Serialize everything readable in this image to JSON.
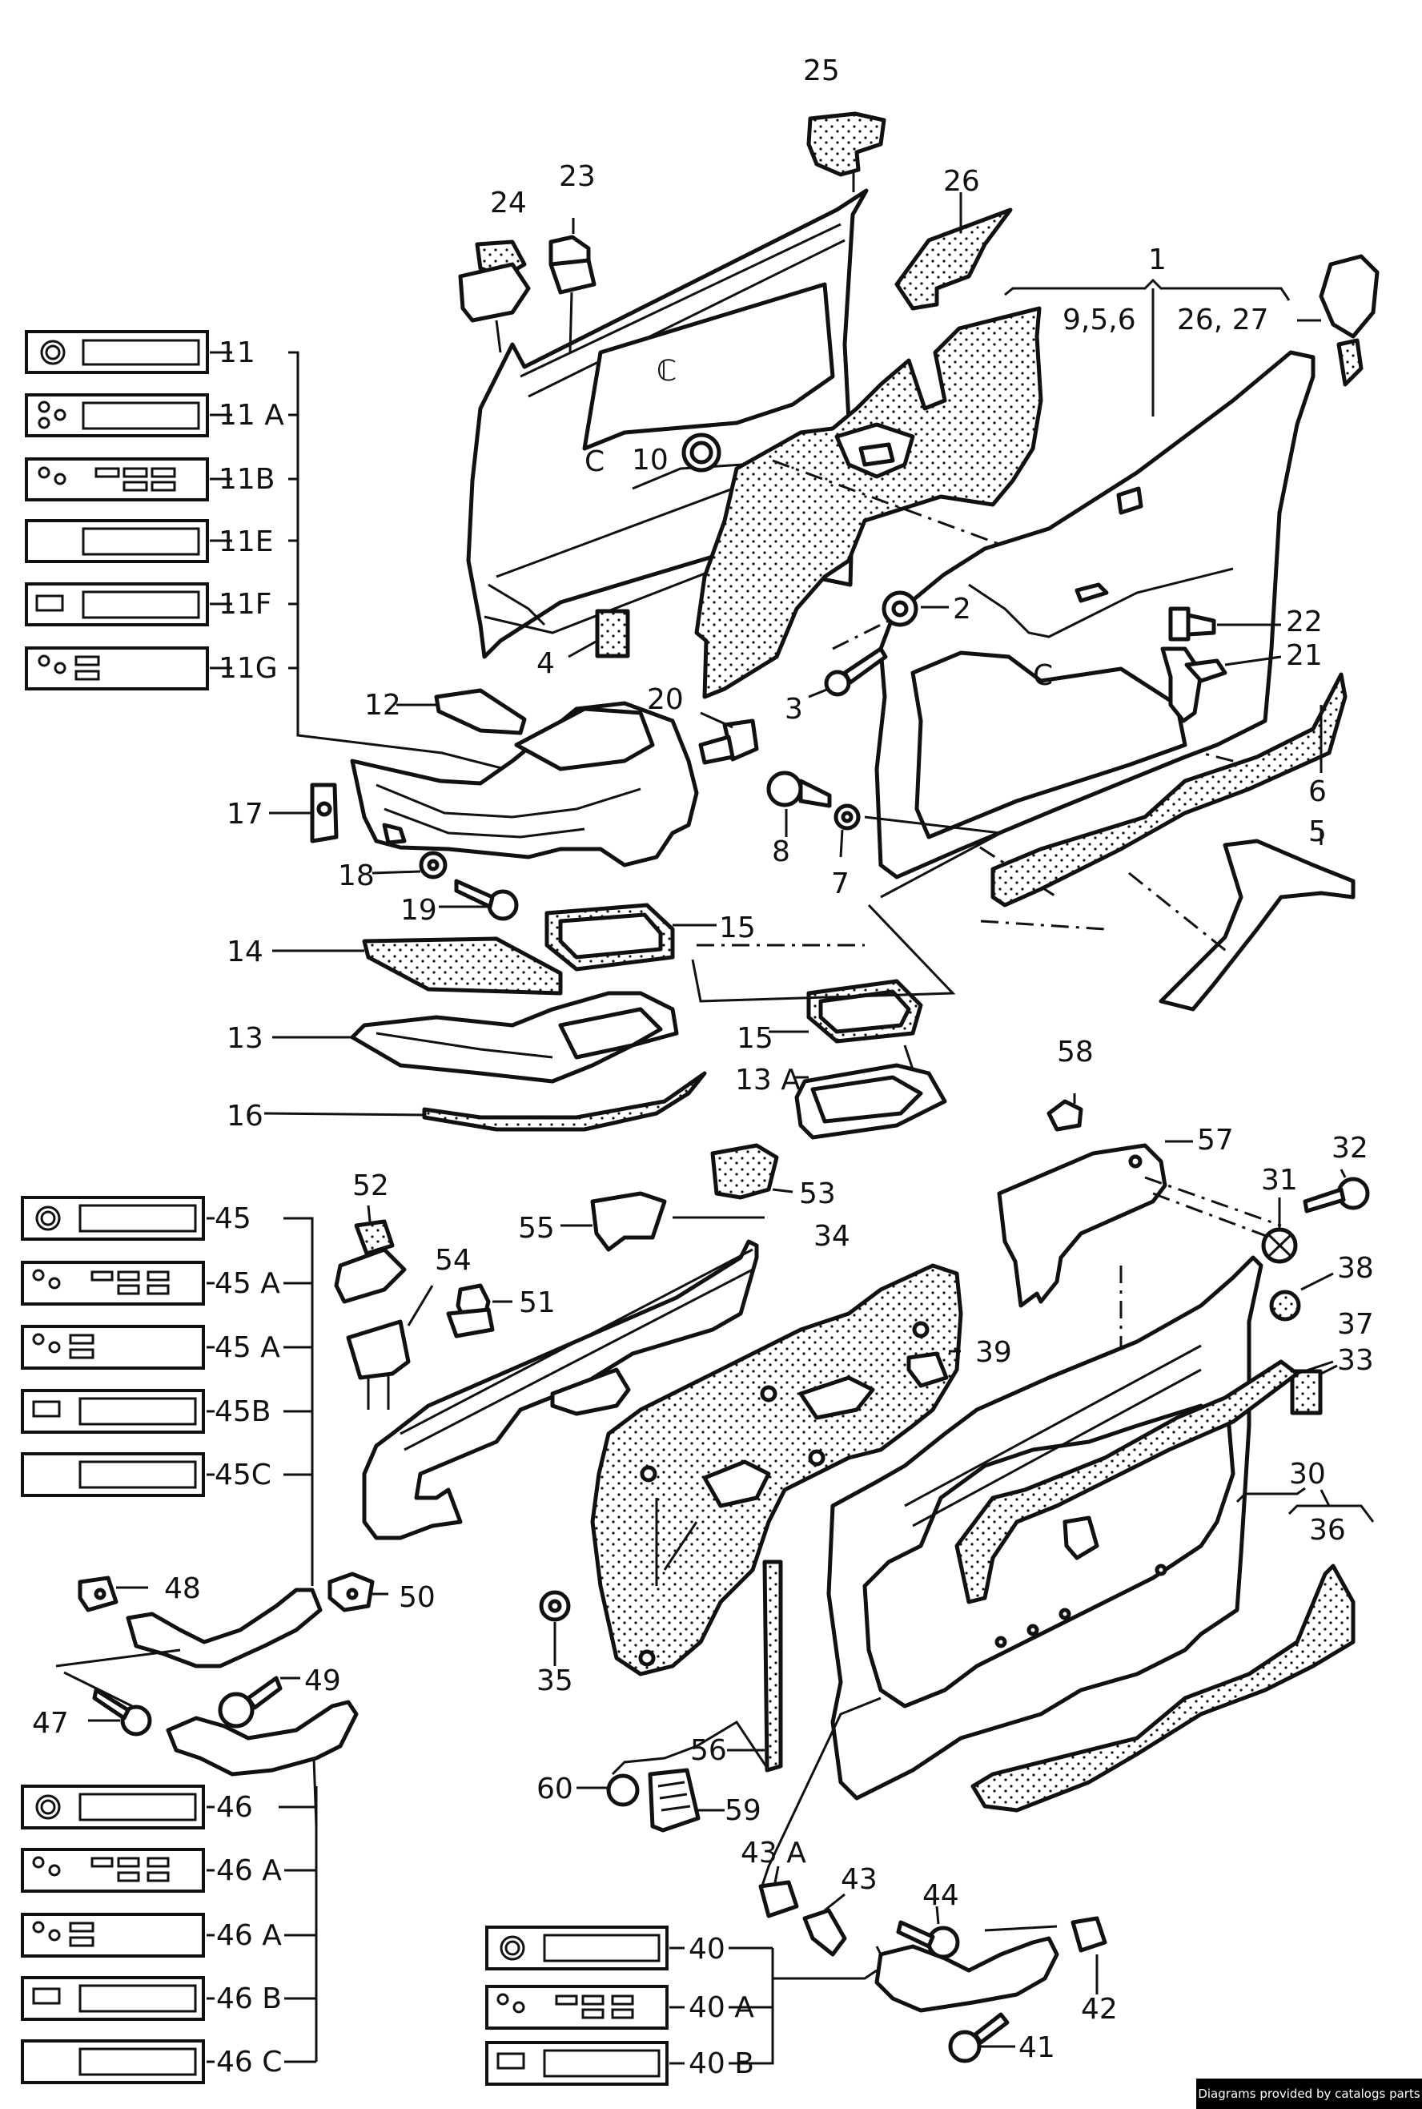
{
  "footer": {
    "credit": "Diagrams provided by catalogs parts"
  },
  "labels": {
    "l1": "1",
    "l2": "2",
    "l3": "3",
    "l4": "4",
    "l5": "5",
    "l6": "6",
    "l7": "7",
    "l8": "8",
    "l9_5_6": "9,5,6",
    "l10": "10",
    "l11": "11",
    "l11A": "11 A",
    "l11B": "11B",
    "l11E": "11E",
    "l11F": "11F",
    "l11G": "11G",
    "l12": "12",
    "l13": "13",
    "l13A": "13 A",
    "l14": "14",
    "l15a": "15",
    "l15b": "15",
    "l16": "16",
    "l17": "17",
    "l18": "18",
    "l19": "19",
    "l20": "20",
    "l21": "21",
    "l22": "22",
    "l23": "23",
    "l24": "24",
    "l25": "25",
    "l26": "26",
    "l26_27": "26, 27",
    "l30": "30",
    "l31": "31",
    "l32": "32",
    "l33": "33",
    "l34": "34",
    "l35": "35",
    "l36": "36",
    "l37": "37",
    "l38": "38",
    "l39": "39",
    "l40": "40",
    "l40A": "40 A",
    "l40B": "40 B",
    "l41": "41",
    "l42": "42",
    "l43": "43",
    "l43A": "43 A",
    "l44": "44",
    "l45": "45",
    "l45Aa": "45 A",
    "l45Ab": "45 A",
    "l45B": "45B",
    "l45C": "45C",
    "l46": "46",
    "l46Aa": "46 A",
    "l46Ab": "46 A",
    "l46B": "46 B",
    "l46C": "46 C",
    "l47": "47",
    "l48": "48",
    "l49": "49",
    "l50": "50",
    "l51": "51",
    "l52": "52",
    "l53": "53",
    "l54": "54",
    "l55": "55",
    "l56": "56",
    "l57": "57",
    "l58": "58",
    "l59": "59",
    "l60": "60"
  },
  "icons": {
    "radio_units": "radio-unit-icon",
    "door_panels": "door-trim-panel-icon"
  }
}
